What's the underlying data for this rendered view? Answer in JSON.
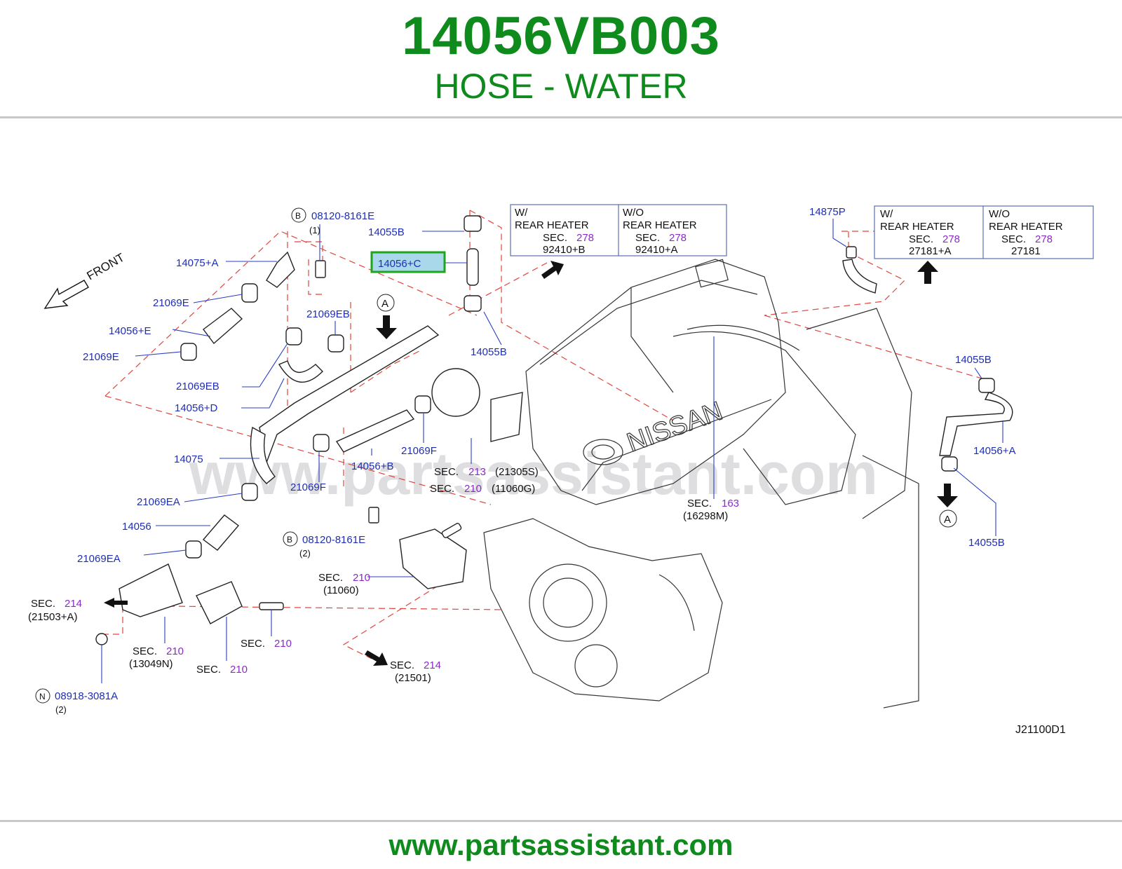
{
  "header": {
    "part_number": "14056VB003",
    "part_name": "HOSE - WATER"
  },
  "footer": {
    "url": "www.partsassistant.com"
  },
  "diagram": {
    "watermark": "www.partsassistant.com",
    "code": "J21100D1",
    "front_label": "FRONT",
    "highlight_color": "#1ea51e",
    "text_color_part": "#1f2fb3",
    "text_color_section": "#8a2bc6",
    "text_color_dash": "#e0463d",
    "labels": {
      "b1_code": "08120-8161E",
      "b1_qty": "(1)",
      "p14055B_top": "14055B",
      "p14056C": "14056+C",
      "p14075A": "14075+A",
      "p21069E_1": "21069E",
      "p14056E": "14056+E",
      "p21069E_2": "21069E",
      "p21069EB_1": "21069EB",
      "p21069EB_2": "21069EB",
      "p14056D": "14056+D",
      "p14055B_mid": "14055B",
      "p14075": "14075",
      "p21069F_1": "21069F",
      "p21069F_2": "21069F",
      "p14056B": "14056+B",
      "p21069EA_1": "21069EA",
      "p14056": "14056",
      "p21069EA_2": "21069EA",
      "b2_code": "08120-8161E",
      "b2_qty": "(2)",
      "n_code": "08918-3081A",
      "n_qty": "(2)",
      "p14875P": "14875P",
      "p14055B_r1": "14055B",
      "p14056A": "14056+A",
      "p14055B_r2": "14055B",
      "circle_A": "A",
      "circle_B": "B",
      "circle_N": "N"
    },
    "sections": {
      "sec_word": "SEC.",
      "s213": "213",
      "s213_ref": "(21305S)",
      "s210a": "210",
      "s210a_ref": "(11060G)",
      "s210b": "210",
      "s210b_ref": "(11060)",
      "s214a": "214",
      "s214a_ref": "(21503+A)",
      "s210c": "210",
      "s210c_ref": "(13049N)",
      "s210d": "210",
      "s210e": "210",
      "s214b": "214",
      "s214b_ref": "(21501)",
      "s163": "163",
      "s163_ref": "(16298M)"
    },
    "box1": {
      "w_title": "W/",
      "w_line": "REAR  HEATER",
      "w_sec": "278",
      "w_ref": "92410+B",
      "wo_title": "W/O",
      "wo_line": "REAR  HEATER",
      "wo_sec": "278",
      "wo_ref": "92410+A"
    },
    "box2": {
      "w_title": "W/",
      "w_line": "REAR  HEATER",
      "w_sec": "278",
      "w_ref": "27181+A",
      "wo_title": "W/O",
      "wo_line": "REAR  HEATER",
      "wo_sec": "278",
      "wo_ref": "27181"
    },
    "engine_logo": "NISSAN"
  }
}
